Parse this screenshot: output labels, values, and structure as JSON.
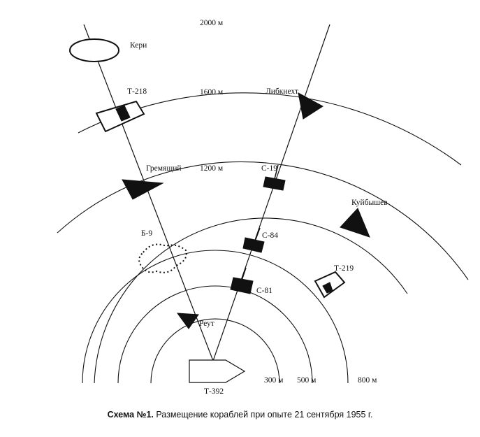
{
  "distances": {
    "d2000": "2000 м",
    "d1600": "1600 м",
    "d1200": "1200 м",
    "d800": "800 м",
    "d500": "500 м",
    "d300": "300 м"
  },
  "ships": {
    "keri": "Кери",
    "t218": "Т-218",
    "liebknecht": "Либкнехт",
    "gremyashchiy": "Гремящий",
    "s19": "С-19",
    "kuybyshev": "Куйбышев",
    "b9": "Б-9",
    "s84": "С-84",
    "t219": "Т-219",
    "s81": "С-81",
    "reut": "Реут",
    "t392": "Т-392"
  },
  "caption": {
    "number": "Схема №1.",
    "text": "Размещение кораблей при опыте 21 сентября 1955 г."
  }
}
